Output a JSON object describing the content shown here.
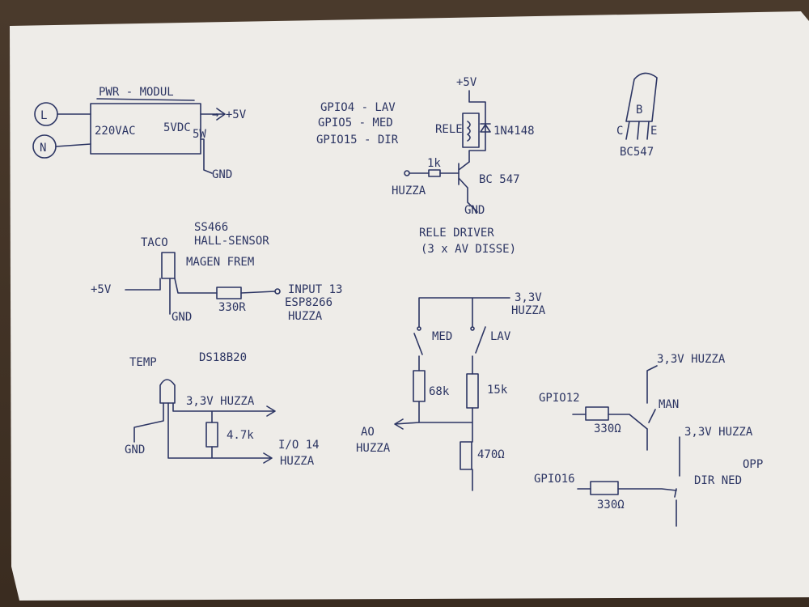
{
  "colors": {
    "ink": "#2c3563",
    "paper": "#eeece8",
    "wood": "#3f3023"
  },
  "power": {
    "title": "PWR - MODUL",
    "in_left": "220VAC",
    "out_right": "5VDC",
    "out_5w": "5W",
    "plus5": "→ +5V",
    "gnd": "GND",
    "node_l": "L",
    "node_n": "N"
  },
  "gpio": [
    "GPIO4 - LAV",
    "GPIO5 - MED",
    "GPIO15 - DIR"
  ],
  "relay_driver": {
    "vcc": "+5V",
    "rele": "RELE",
    "diode": "1N4148",
    "resistor": "1k",
    "transistor": "BC 547",
    "huzza": "HUZZA",
    "gnd": "GND",
    "caption1": "RELE DRIVER",
    "caption2": "(3 x AV DISSE)"
  },
  "transistor_pinout": {
    "b": "B",
    "c": "C",
    "e": "E",
    "part": "BC547"
  },
  "taco": {
    "title": "TACO",
    "part": "SS466",
    "sensor": "HALL-SENSOR",
    "magnet": "MAGEN FREM",
    "plus5": "+5V",
    "gnd": "GND",
    "resistor": "330R",
    "input": "INPUT 13",
    "chip": "ESP8266",
    "huzza": "HUZZA"
  },
  "temp": {
    "title": "TEMP",
    "part": "DS18B20",
    "supply": "3,3V HUZZA",
    "resistor": "4.7k",
    "io": "I/O 14",
    "huzza": "HUZZA",
    "gnd": "GND"
  },
  "ladder": {
    "supply": "3,3V",
    "supply2": "HUZZA",
    "med": "MED",
    "lav": "LAV",
    "r1": "68k",
    "r2": "15k",
    "r3": "470Ω",
    "ao": "AO",
    "ao2": "HUZZA"
  },
  "switches": {
    "supply_a": "3,3V HUZZA",
    "gpio12": "GPIO12",
    "r_a": "330Ω",
    "man": "MAN",
    "supply_b": "3,3V HUZZA",
    "gpio16": "GPIO16",
    "r_b": "330Ω",
    "opp": "OPP",
    "dir": "DIR NED"
  }
}
